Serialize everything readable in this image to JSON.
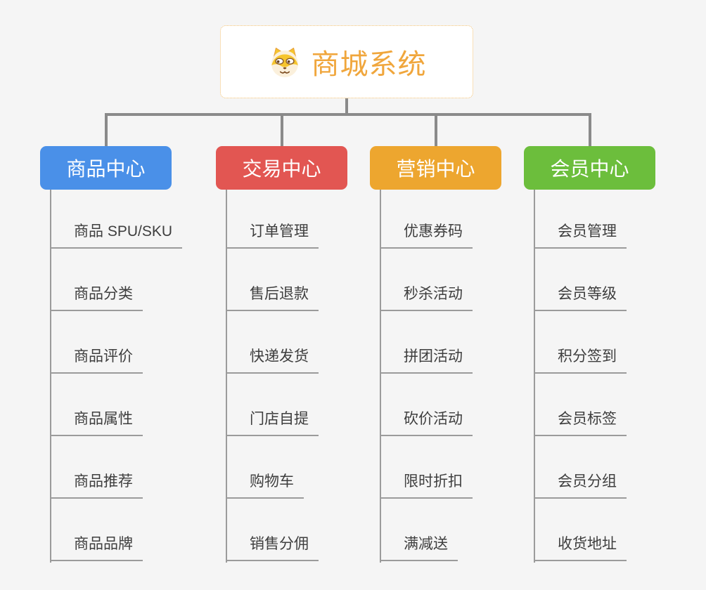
{
  "background_color": "#F5F5F5",
  "connector_color": "#8A8A8A",
  "leaf_line_color": "#9B9B9B",
  "root": {
    "label": "商城系统",
    "icon": "dog-face-icon",
    "text_color": "#F0A63C",
    "border_color": "#F3C171"
  },
  "branches": [
    {
      "label": "商品中心",
      "color": "#4A90E8",
      "items": [
        "商品 SPU/SKU",
        "商品分类",
        "商品评价",
        "商品属性",
        "商品推荐",
        "商品品牌"
      ]
    },
    {
      "label": "交易中心",
      "color": "#E25652",
      "items": [
        "订单管理",
        "售后退款",
        "快递发货",
        "门店自提",
        "购物车",
        "销售分佣"
      ]
    },
    {
      "label": "营销中心",
      "color": "#EDA62F",
      "items": [
        "优惠券码",
        "秒杀活动",
        "拼团活动",
        "砍价活动",
        "限时折扣",
        "满减送"
      ]
    },
    {
      "label": "会员中心",
      "color": "#6CBE3C",
      "items": [
        "会员管理",
        "会员等级",
        "积分签到",
        "会员标签",
        "会员分组",
        "收货地址"
      ]
    }
  ]
}
